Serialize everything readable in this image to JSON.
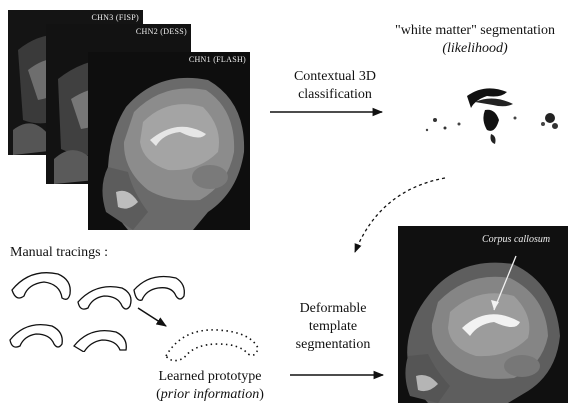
{
  "input_stack": {
    "channels": [
      {
        "label": "CHN3 (FISP)"
      },
      {
        "label": "CHN2 (DESS)"
      },
      {
        "label": "CHN1 (FLASH)"
      }
    ]
  },
  "step1": {
    "line1": "Contextual 3D",
    "line2": "classification"
  },
  "output": {
    "title": "\"white matter\" segmentation",
    "subtitle": "(likelihood)"
  },
  "manual": {
    "title": "Manual tracings :"
  },
  "prototype": {
    "line1": "Learned prototype",
    "line2_open": "(",
    "line2_em": "prior information",
    "line2_close": ")"
  },
  "step2": {
    "line1": "Deformable",
    "line2": "template",
    "line3": "segmentation"
  },
  "result": {
    "label": "Corpus callosum"
  }
}
